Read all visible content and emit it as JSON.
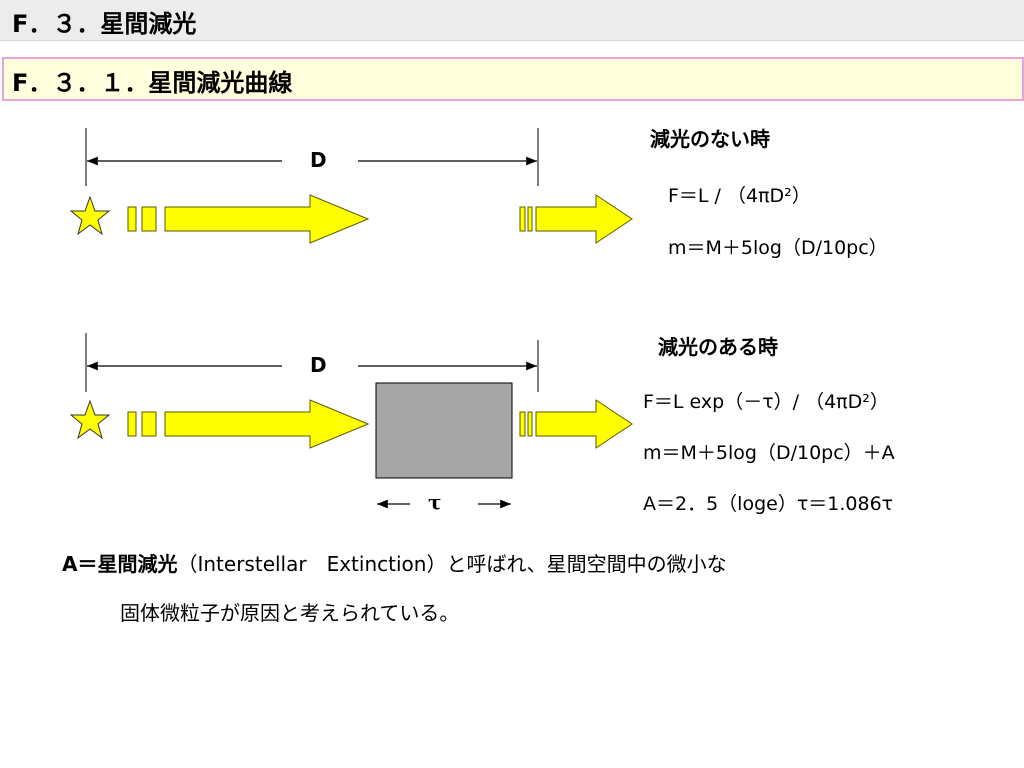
{
  "header": {
    "section_title": "F．３．星間減光",
    "subsection_title": "F．３．１．星間減光曲線"
  },
  "diagram_top": {
    "distance_label": "D",
    "heading": "減光のない時",
    "formula1": "F＝L / （4πD²）",
    "formula2": "m＝M＋5log（D/10pc）"
  },
  "diagram_bottom": {
    "distance_label": "D",
    "tau_label": "τ",
    "heading": "減光のある時",
    "formula1": "F＝L exp（－τ）/ （4πD²）",
    "formula2": "m＝M＋5log（D/10pc）＋A",
    "formula3": "A＝2．5（loge）τ＝1.086τ"
  },
  "paragraph": {
    "term": "A＝星間減光",
    "line1_rest": "（Interstellar　Extinction）と呼ばれ、星間空間中の微小な",
    "line2": "固体微粒子が原因と考えられている。"
  },
  "colors": {
    "arrow_fill": "#ffff00",
    "arrow_stroke": "#5a5a00",
    "star_fill": "#ffff00",
    "cloud_fill": "#a6a6a6",
    "header_bg": "#ececec",
    "subheader_bg": "#ffffdd",
    "subheader_border": "#e8a4d6"
  }
}
